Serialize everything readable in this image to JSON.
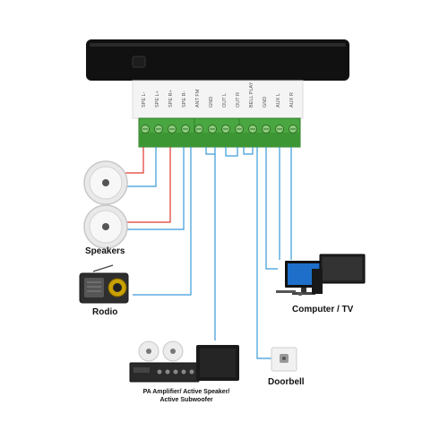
{
  "captions": {
    "speakers": "Speakers",
    "radio": "Rodio",
    "computer": "Computer / TV",
    "doorbell": "Doorbell",
    "pa_line1": "PA Amplifier/ Active Speaker/",
    "pa_line2": "Active Subwoofer"
  },
  "terminal_labels": [
    "SPE L-",
    "SPE L+",
    "SPE R+",
    "SPE R-",
    "ANT FM",
    "GND",
    "OUT L",
    "OUT R",
    "BELL PLAY",
    "GND",
    "AUX L",
    "AUX R"
  ],
  "icons": {
    "speaker1": "ceiling-speaker-icon",
    "speaker2": "ceiling-speaker-icon",
    "radio": "radio-icon",
    "computer": "desktop-computer-icon",
    "doorbell": "doorbell-button-icon",
    "amplifier": "pa-amplifier-icon"
  },
  "colors": {
    "device_body": "#111111",
    "terminal_green": "#4aa640",
    "wire_red": "#e03a2f",
    "wire_blue": "#3a9ad9"
  }
}
